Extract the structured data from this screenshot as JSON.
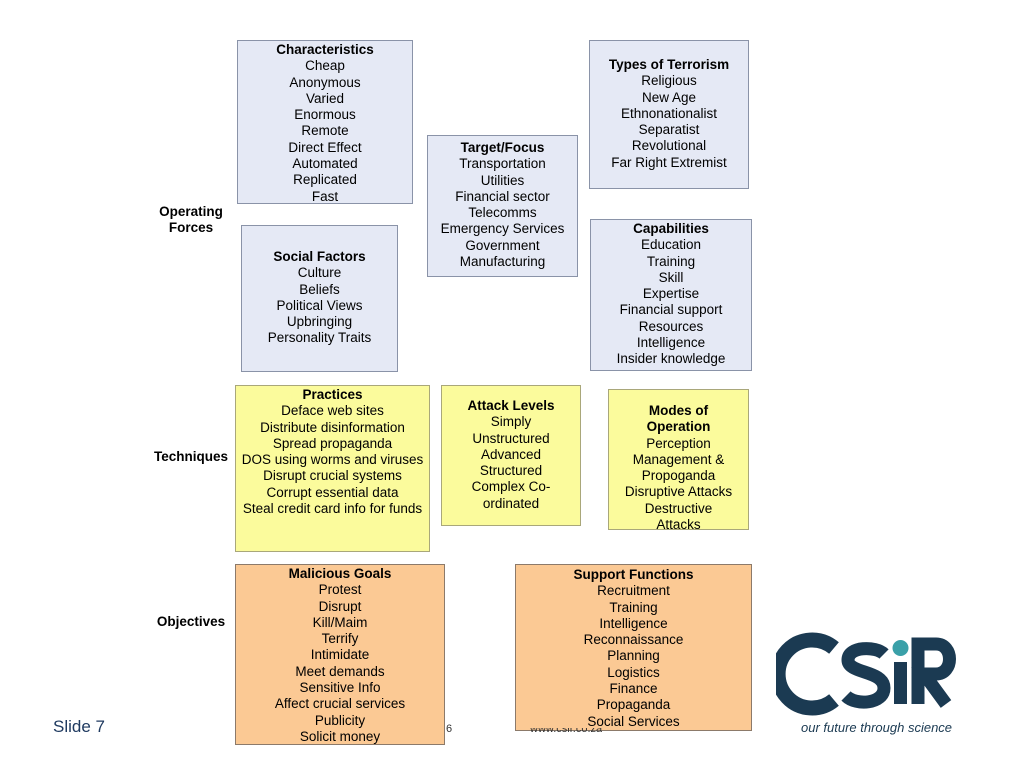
{
  "row_labels": {
    "operating_forces": "Operating\nForces",
    "techniques": "Techniques",
    "objectives": "Objectives"
  },
  "boxes": {
    "characteristics": {
      "title": "Characteristics",
      "items": [
        "Cheap",
        "Anonymous",
        "Varied",
        "Enormous",
        "Remote",
        "Direct Effect",
        "Automated",
        "Replicated",
        "Fast"
      ]
    },
    "types_of_terrorism": {
      "title": "Types of Terrorism",
      "items": [
        "Religious",
        "New Age",
        "Ethnonationalist",
        "Separatist",
        "Revolutional",
        "Far Right Extremist"
      ]
    },
    "target_focus": {
      "title": "Target/Focus",
      "items": [
        "Transportation",
        "Utilities",
        "Financial sector",
        "Telecomms",
        "Emergency Services",
        "Government",
        "Manufacturing"
      ]
    },
    "social_factors": {
      "title": "Social Factors",
      "items": [
        "Culture",
        "Beliefs",
        "Political Views",
        "Upbringing",
        "Personality Traits"
      ]
    },
    "capabilities": {
      "title": "Capabilities",
      "items": [
        "Education",
        "Training",
        "Skill",
        "Expertise",
        "Financial support",
        "Resources",
        "Intelligence",
        "Insider knowledge"
      ]
    },
    "practices": {
      "title": "Practices",
      "items": [
        "Deface web sites",
        "Distribute disinformation",
        "Spread propaganda",
        "DOS using worms and viruses",
        "Disrupt crucial systems",
        "Corrupt essential data",
        "Steal credit card info for funds"
      ]
    },
    "attack_levels": {
      "title": "Attack Levels",
      "items": [
        "Simply",
        "Unstructured",
        "Advanced",
        "Structured",
        "Complex Co-ordinated"
      ]
    },
    "modes_of_operation": {
      "title": "Modes of Operation",
      "items": [
        "Perception Management & Propoganda",
        "Disruptive Attacks",
        "Destructive Attacks"
      ]
    },
    "malicious_goals": {
      "title": "Malicious Goals",
      "items": [
        "Protest",
        "Disrupt",
        "Kill/Maim",
        "Terrify",
        "Intimidate",
        "Meet demands",
        "Sensitive Info",
        "Affect crucial services",
        "Publicity",
        "Solicit money"
      ]
    },
    "support_functions": {
      "title": "Support Functions",
      "items": [
        "Recruitment",
        "Training",
        "Intelligence",
        "Reconnaissance",
        "Planning",
        "Logistics",
        "Finance",
        "Propaganda",
        "Social Services"
      ]
    }
  },
  "footer": {
    "slide_label": "Slide 7",
    "page_fragment": "6",
    "url_fragment": "www.csir.co.za"
  },
  "logo": {
    "word": "CSIR",
    "tagline": "our future through science",
    "accent_color": "#3aa0a8",
    "brand_color": "#1b3a52"
  },
  "colors": {
    "operating_forces_fill": "#e5e9f5",
    "techniques_fill": "#fbfb9c",
    "objectives_fill": "#fbc994"
  }
}
